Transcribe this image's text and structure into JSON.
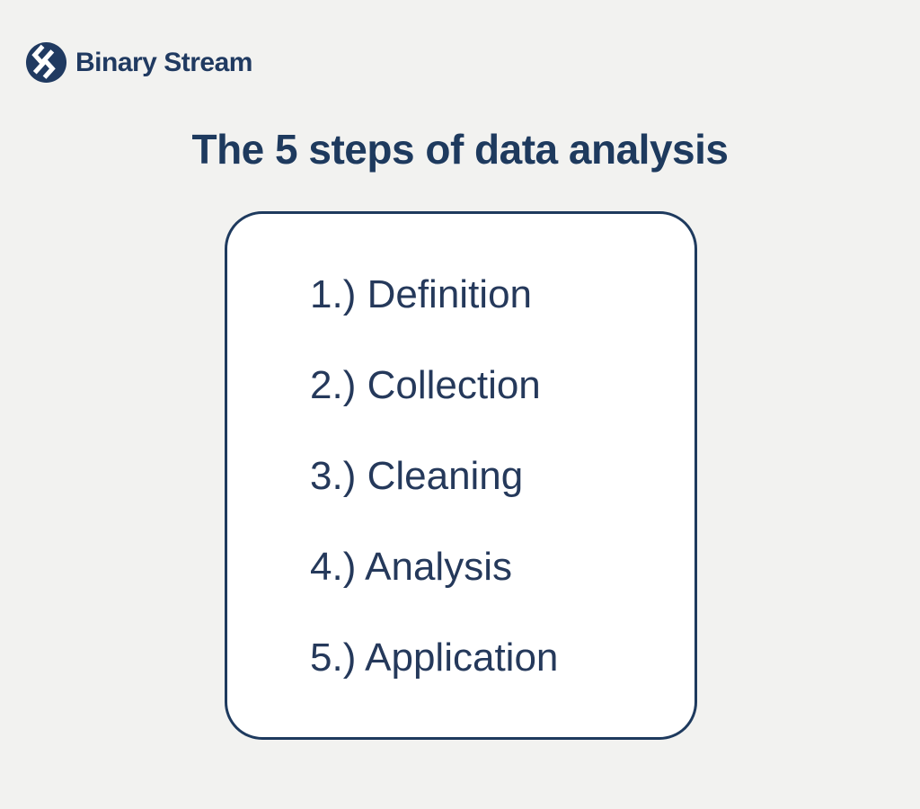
{
  "logo": {
    "text": "Binary Stream",
    "icon": "binary-stream-zigzag-circle"
  },
  "title": "The 5 steps of data analysis",
  "steps": [
    "1.) Definition",
    "2.) Collection",
    "3.) Cleaning",
    "4.) Analysis",
    "5.) Application"
  ],
  "colors": {
    "navy": "#1e3a5e",
    "list_text": "#25395b",
    "background": "#f2f2f0",
    "card_background": "#ffffff",
    "card_border": "#1e3a5e"
  }
}
